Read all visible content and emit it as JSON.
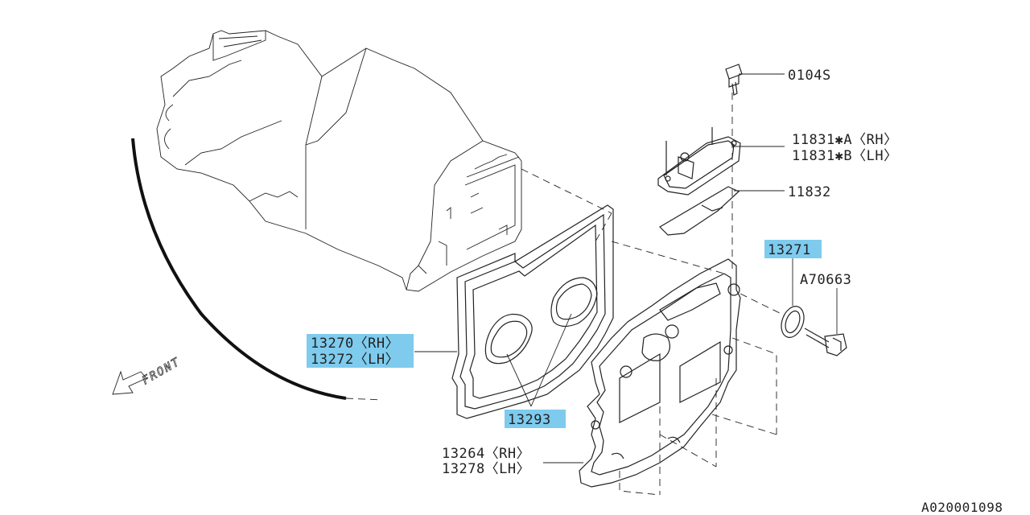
{
  "diagram": {
    "callouts": {
      "bolt_0104s": "0104S",
      "bracket_rh": "11831✱A〈RH〉",
      "bracket_lh": "11831✱B〈LH〉",
      "gasket_11832": "11832",
      "seal_13271": "13271",
      "bolt_a70663": "A70663",
      "gasket_rh": "13270〈RH〉",
      "gasket_lh": "13272〈LH〉",
      "plug_gasket_13293": "13293",
      "cover_rh": "13264〈RH〉",
      "cover_lh": "13278〈LH〉"
    },
    "front_label": "FRONT",
    "figure_id": "A020001098",
    "highlight_color": "#7ecbee"
  }
}
